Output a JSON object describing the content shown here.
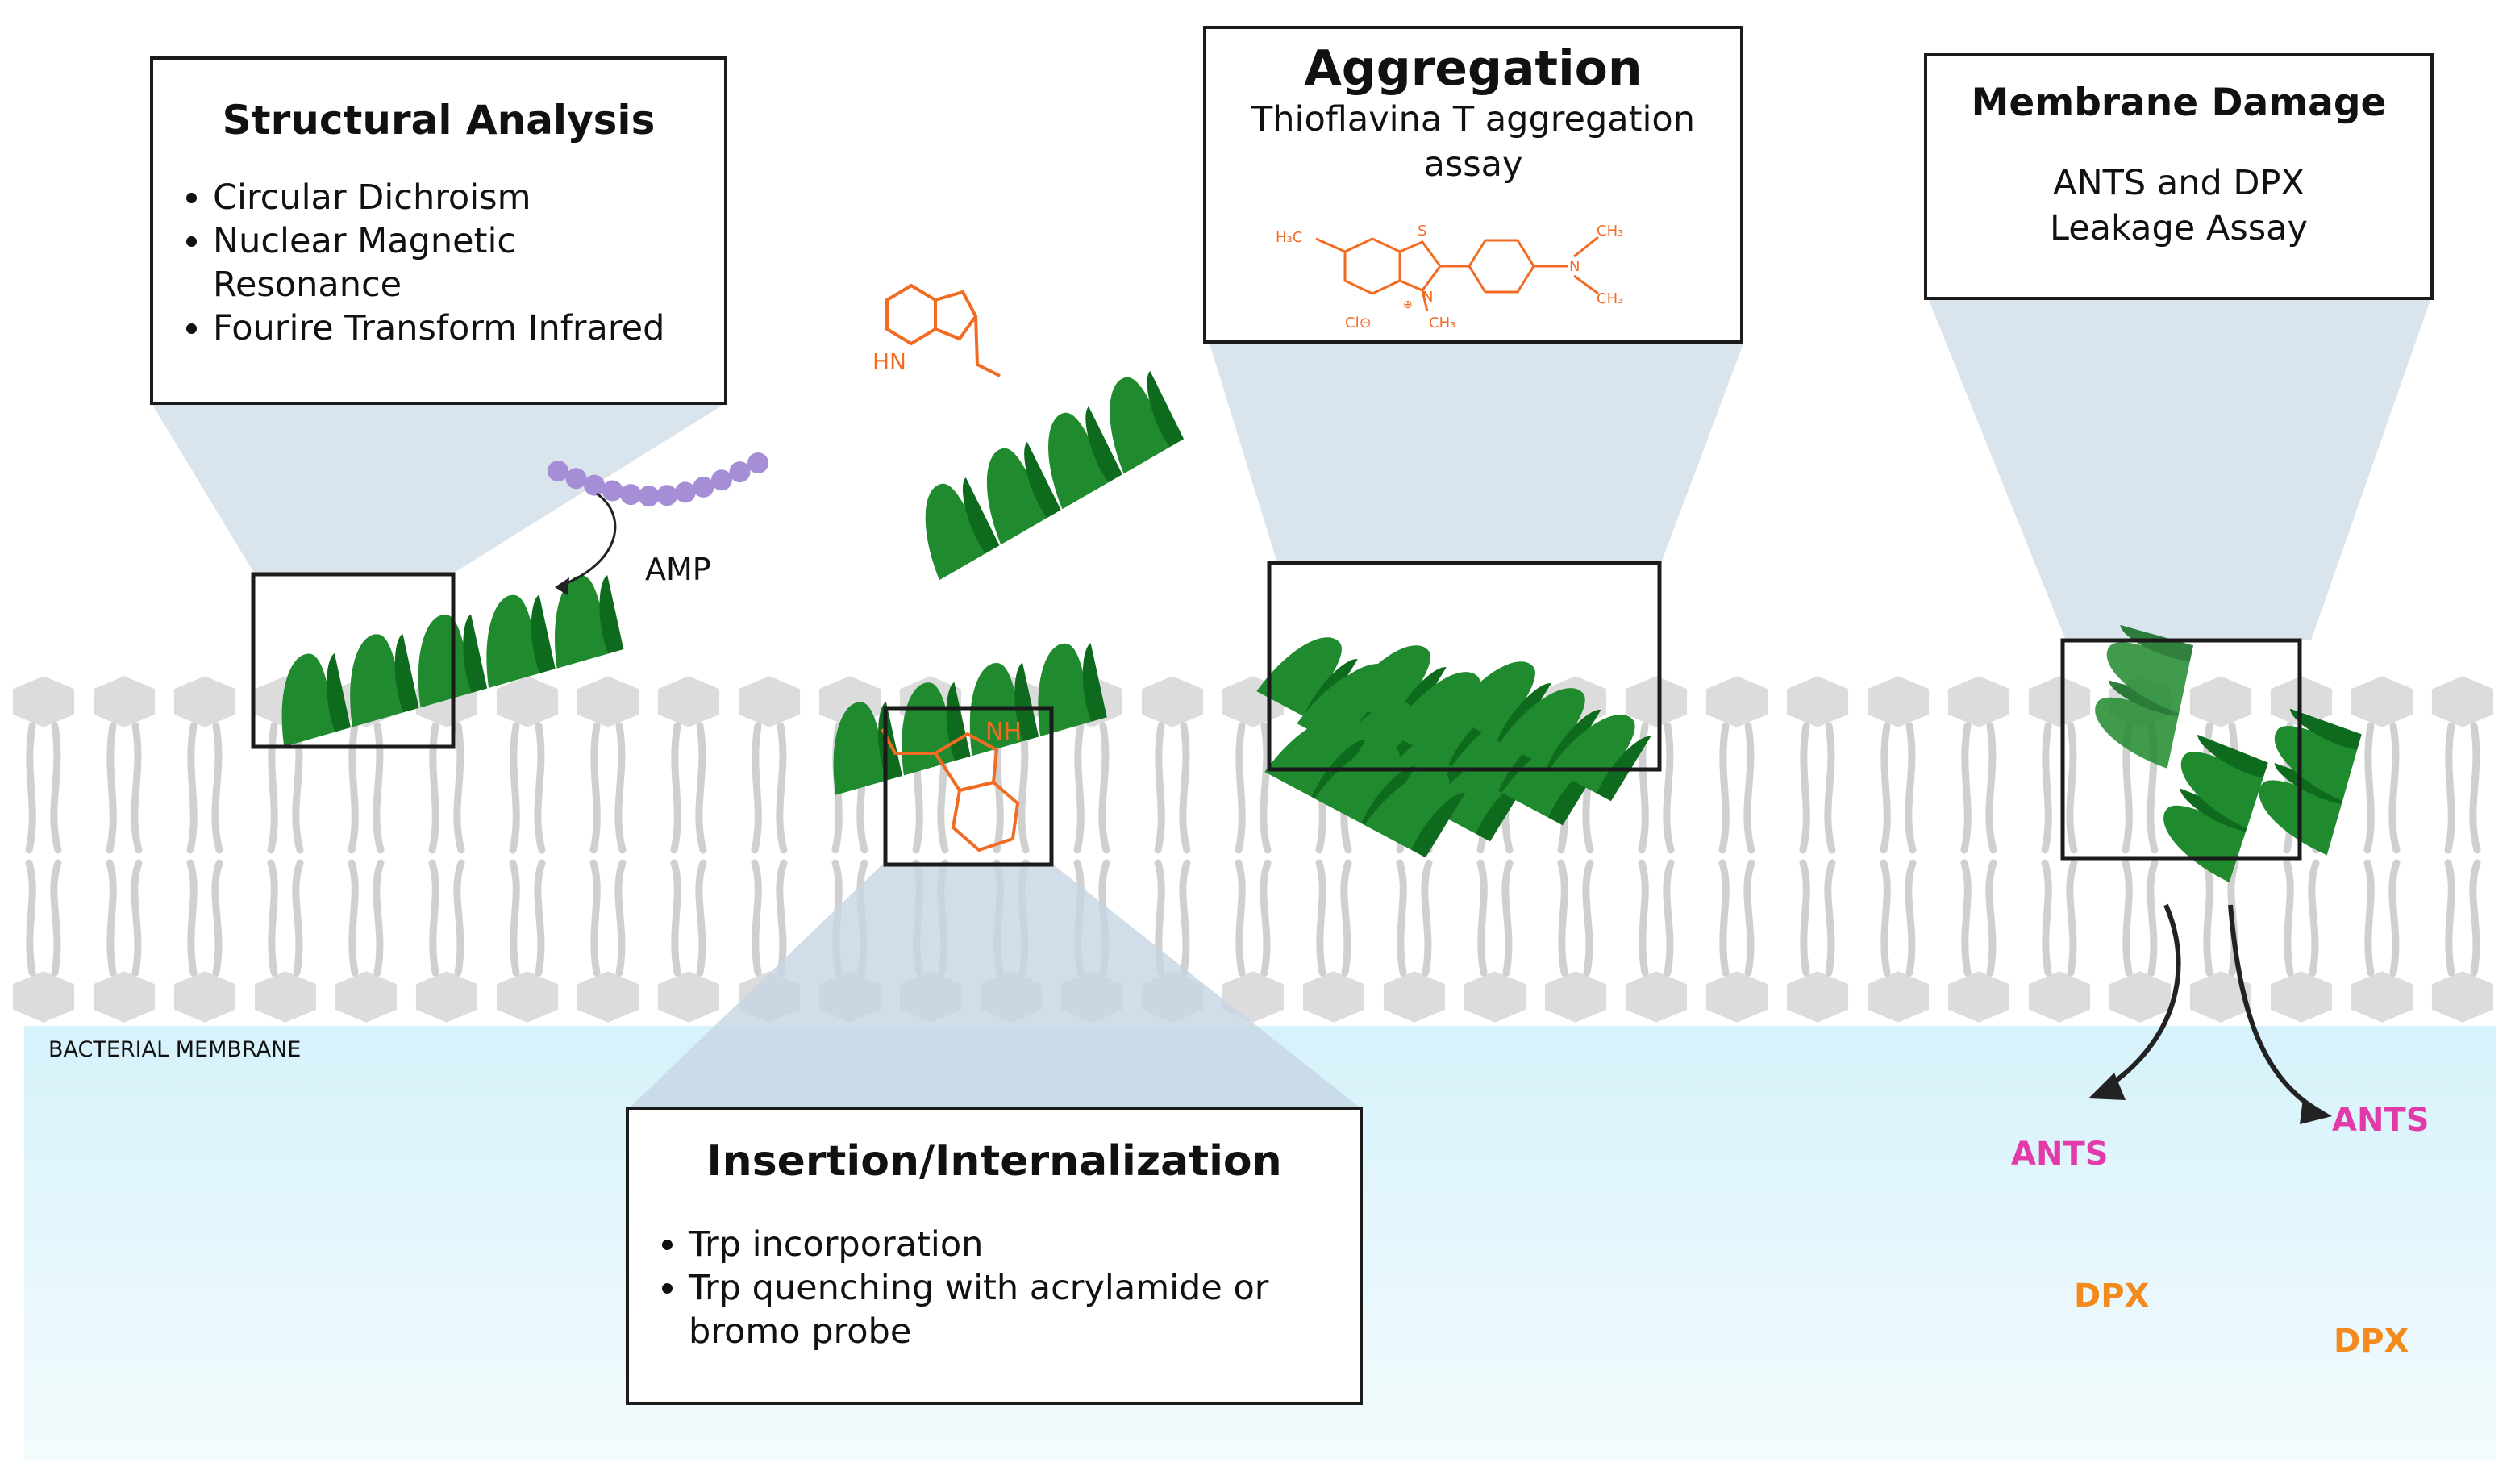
{
  "panels": {
    "structural": {
      "title": "Structural Analysis",
      "items": [
        "Circular Dichroism",
        "Nuclear Magnetic Resonance",
        "Fourire Transform Infrared"
      ]
    },
    "aggregation": {
      "title": "Aggregation",
      "subtitle": "Thioflavina T aggregation assay",
      "molecule": {
        "atoms": {
          "s": "S",
          "n": "N",
          "n_plus": "⊕",
          "me_top": "CH₃",
          "me_bottom": "CH₃",
          "h3c": "H₃C",
          "n_methyl": "CH₃",
          "chloride": "Cl⊖"
        }
      }
    },
    "membrane_damage": {
      "title": "Membrane Damage",
      "subtitle_line1": "ANTS and DPX",
      "subtitle_line2": "Leakage Assay"
    },
    "insertion": {
      "title": "Insertion/Internalization",
      "items": [
        "Trp incorporation",
        "Trp quenching with acrylamide or bromo probe"
      ]
    }
  },
  "labels": {
    "amp": "AMP",
    "membrane": "BACTERIAL MEMBRANE",
    "indole_nh_top": "HN",
    "indole_nh_bottom": "NH"
  },
  "probes": [
    {
      "name": "ANTS",
      "color": "#e23aa8"
    },
    {
      "name": "ANTS",
      "color": "#e23aa8"
    },
    {
      "name": "DPX",
      "color": "#f28a1e"
    },
    {
      "name": "DPX",
      "color": "#f28a1e"
    }
  ],
  "colors": {
    "helix": "#1f8a2e",
    "helix_dark": "#0e6a1c",
    "trp": "#f26b22",
    "lipid": "#dcdcdc",
    "lipid_tail": "#d0d0d0",
    "callout": "#d4dfea",
    "aqueous": "#d8f3fb",
    "amp_beads": "#a58ed6"
  }
}
